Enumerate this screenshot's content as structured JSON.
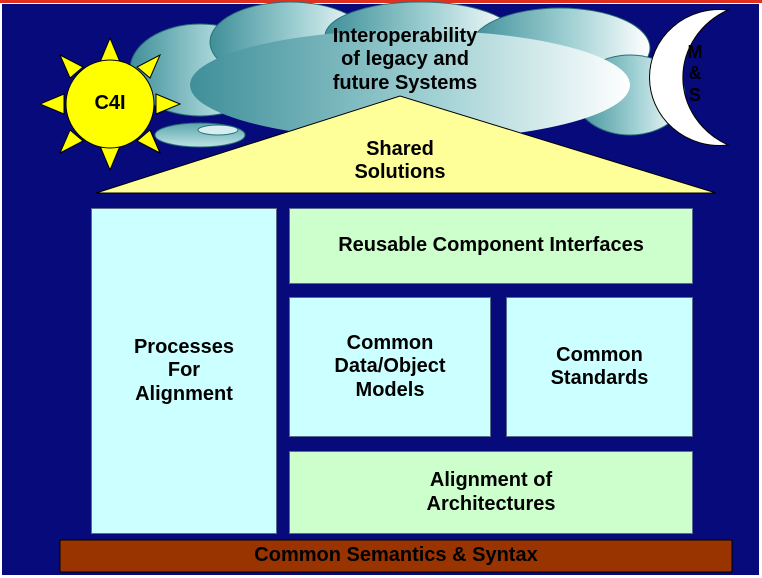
{
  "cloud": {
    "title": "Interoperability\nof legacy and\nfuture Systems"
  },
  "sun": {
    "label": "C4I"
  },
  "moon": {
    "label": "M\n&\nS"
  },
  "roof": {
    "label": "Shared\nSolutions"
  },
  "pillars": {
    "processes": "Processes\nFor\nAlignment",
    "reusable": "Reusable Component Interfaces",
    "data_models": "Common\nData/Object\nModels",
    "standards": "Common\nStandards",
    "architectures": "Alignment of\nArchitectures"
  },
  "foundation": {
    "label": "Common Semantics & Syntax"
  },
  "colors": {
    "background": "#070a7a",
    "pale_cyan": "#ccffff",
    "pale_green": "#ccffcc",
    "roof_yellow": "#ffff99",
    "sun_yellow": "#ffff00",
    "foundation_brown": "#993300",
    "cloud_teal": "#4f9fa6"
  }
}
